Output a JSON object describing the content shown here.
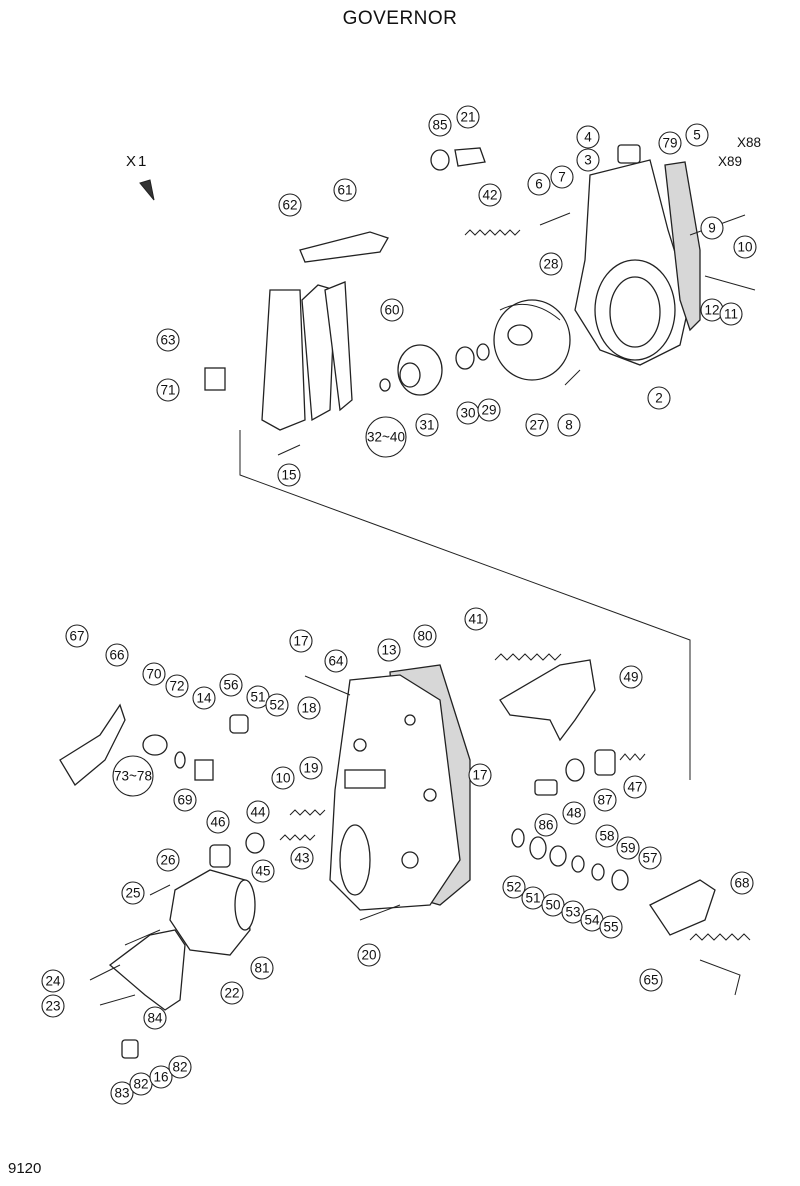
{
  "title": "GOVERNOR",
  "page_number": "9120",
  "view_marker": "X1",
  "callouts": [
    "85",
    "21",
    "4",
    "3",
    "79",
    "5",
    "X88",
    "X89",
    "6",
    "7",
    "42",
    "62",
    "61",
    "9",
    "10",
    "28",
    "12",
    "11",
    "60",
    "63",
    "71",
    "31",
    "30",
    "29",
    "32~40",
    "27",
    "8",
    "2",
    "15",
    "41",
    "67",
    "66",
    "17",
    "64",
    "13",
    "80",
    "49",
    "70",
    "72",
    "56",
    "51",
    "52",
    "14",
    "18",
    "73~78",
    "69",
    "19",
    "10",
    "17",
    "44",
    "46",
    "43",
    "86",
    "48",
    "87",
    "47",
    "45",
    "58",
    "59",
    "57",
    "68",
    "26",
    "52",
    "51",
    "50",
    "53",
    "54",
    "55",
    "25",
    "20",
    "81",
    "22",
    "65",
    "24",
    "84",
    "23",
    "83",
    "82",
    "16",
    "82"
  ]
}
